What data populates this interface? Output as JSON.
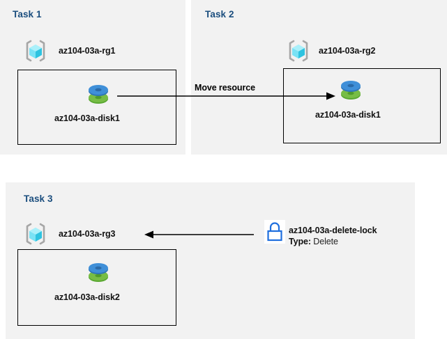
{
  "diagram": {
    "title_color": "#1b4e7e",
    "panel_bg": "#f2f2f2",
    "page_bg": "#ffffff",
    "line_color": "#000000",
    "lock_color": "#1f6fde",
    "disk_top_color": "#3f8fd8",
    "disk_bottom_color": "#72b843",
    "cube_color": "#5fdcf2",
    "bracket_color": "#a6a6a6"
  },
  "panels": [
    {
      "id": "task1",
      "title": "Task 1",
      "resource_group": "az104-03a-rg1",
      "resource": "az104-03a-disk1"
    },
    {
      "id": "task2",
      "title": "Task 2",
      "resource_group": "az104-03a-rg2",
      "resource": "az104-03a-disk1"
    },
    {
      "id": "task3",
      "title": "Task 3",
      "resource_group": "az104-03a-rg3",
      "resource": "az104-03a-disk2"
    }
  ],
  "edges": {
    "move_resource_label": "Move resource"
  },
  "lock": {
    "name": "az104-03a-delete-lock",
    "type_key": "Type:",
    "type_value": "Delete"
  },
  "icons": {
    "resource_group": "resource-group-icon",
    "disk": "managed-disk-icon",
    "lock": "padlock-icon",
    "arrow_right": "arrow-right-icon",
    "arrow_left": "arrow-left-icon"
  }
}
